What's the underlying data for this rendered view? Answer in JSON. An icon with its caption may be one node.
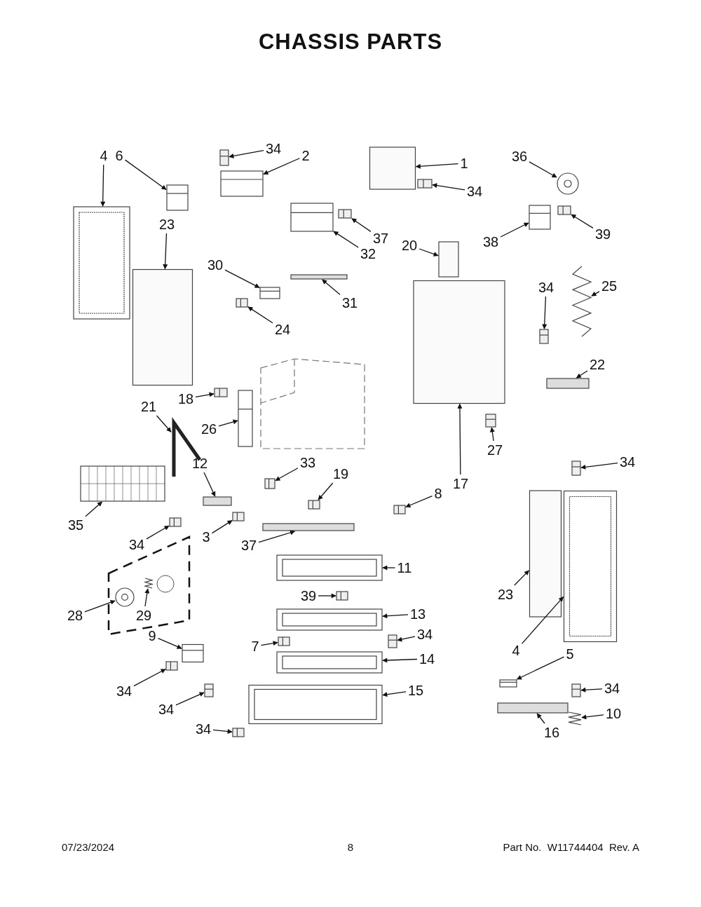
{
  "diagram": {
    "title": "CHASSIS PARTS",
    "nodes": [
      {
        "text": [
          "4"
        ]
      },
      {
        "text": [
          "6"
        ]
      },
      {
        "text": [
          "34"
        ]
      },
      {
        "text": [
          "2"
        ]
      },
      {
        "text": [
          "1"
        ]
      },
      {
        "text": [
          "34"
        ]
      },
      {
        "text": [
          "36"
        ]
      },
      {
        "text": [
          "23"
        ]
      },
      {
        "text": [
          "37"
        ]
      },
      {
        "text": [
          "32"
        ]
      },
      {
        "text": [
          "38"
        ]
      },
      {
        "text": [
          "39"
        ]
      },
      {
        "text": [
          "20"
        ]
      },
      {
        "text": [
          "30"
        ]
      },
      {
        "text": [
          "31"
        ]
      },
      {
        "text": [
          "24"
        ]
      },
      {
        "text": [
          "34"
        ]
      },
      {
        "text": [
          "25"
        ]
      },
      {
        "text": [
          "22"
        ]
      },
      {
        "text": [
          "18"
        ]
      },
      {
        "text": [
          "21"
        ]
      },
      {
        "text": [
          "26"
        ]
      },
      {
        "text": [
          "27"
        ]
      },
      {
        "text": [
          "33"
        ]
      },
      {
        "text": [
          "12"
        ]
      },
      {
        "text": [
          "19"
        ]
      },
      {
        "text": [
          "34"
        ]
      },
      {
        "text": [
          "17"
        ]
      },
      {
        "text": [
          "8"
        ]
      },
      {
        "text": [
          "35"
        ]
      },
      {
        "text": [
          "34"
        ]
      },
      {
        "text": [
          "3"
        ]
      },
      {
        "text": [
          "37"
        ]
      },
      {
        "text": [
          "11"
        ]
      },
      {
        "text": [
          "39"
        ]
      },
      {
        "text": [
          "28"
        ]
      },
      {
        "text": [
          "29"
        ]
      },
      {
        "text": [
          "23"
        ]
      },
      {
        "text": [
          "13"
        ]
      },
      {
        "text": [
          "9"
        ]
      },
      {
        "text": [
          "7"
        ]
      },
      {
        "text": [
          "34"
        ]
      },
      {
        "text": [
          "14"
        ]
      },
      {
        "text": [
          "4"
        ]
      },
      {
        "text": [
          "5"
        ]
      },
      {
        "text": [
          "34"
        ]
      },
      {
        "text": [
          "15"
        ]
      },
      {
        "text": [
          "34"
        ]
      },
      {
        "text": [
          "10"
        ]
      },
      {
        "text": [
          "34"
        ]
      },
      {
        "text": [
          "16"
        ]
      },
      {
        "text": [
          "34"
        ]
      },
      {
        "text": [],
        "shape": "picture"
      },
      {
        "text": [],
        "shape": "picture"
      },
      {
        "text": [],
        "shape": "picture"
      },
      {
        "text": [],
        "shape": "picture"
      },
      {
        "text": [],
        "shape": "box"
      },
      {
        "text": [],
        "shape": "picture"
      },
      {
        "text": [],
        "shape": "picture"
      },
      {
        "text": [],
        "shape": "box"
      },
      {
        "text": [],
        "shape": "picture"
      },
      {
        "text": [],
        "shape": "picture"
      },
      {
        "text": [],
        "shape": "picture"
      },
      {
        "text": [],
        "shape": "picture"
      },
      {
        "text": [],
        "shape": "box"
      },
      {
        "text": [],
        "shape": "picture"
      },
      {
        "text": [],
        "shape": "bar"
      },
      {
        "text": [],
        "shape": "picture"
      },
      {
        "text": [],
        "shape": "picture"
      },
      {
        "text": [],
        "shape": "picture"
      },
      {
        "text": [],
        "shape": "bar"
      },
      {
        "text": [],
        "shape": "picture"
      },
      {
        "text": [],
        "shape": "picture"
      },
      {
        "text": [],
        "shape": "picture"
      },
      {
        "text": [],
        "shape": "picture"
      },
      {
        "text": [],
        "shape": "picture"
      },
      {
        "text": [],
        "shape": "bar"
      },
      {
        "text": [],
        "shape": "picture"
      },
      {
        "text": [],
        "shape": "picture"
      },
      {
        "text": [],
        "shape": "box"
      },
      {
        "text": [],
        "shape": "picture"
      },
      {
        "text": [],
        "shape": "picture"
      },
      {
        "text": [],
        "shape": "picture"
      },
      {
        "text": [],
        "shape": "picture"
      },
      {
        "text": [],
        "shape": "bar"
      },
      {
        "text": [],
        "shape": "picture"
      },
      {
        "text": [],
        "shape": "picture"
      },
      {
        "text": [],
        "shape": "picture"
      },
      {
        "text": [],
        "shape": "picture"
      },
      {
        "text": [],
        "shape": "box"
      },
      {
        "text": [],
        "shape": "picture"
      },
      {
        "text": [],
        "shape": "picture"
      },
      {
        "text": [],
        "shape": "picture"
      },
      {
        "text": [],
        "shape": "picture"
      },
      {
        "text": [],
        "shape": "picture"
      },
      {
        "text": [],
        "shape": "picture"
      },
      {
        "text": [],
        "shape": "picture"
      },
      {
        "text": [],
        "shape": "picture"
      },
      {
        "text": [],
        "shape": "picture"
      },
      {
        "text": [],
        "shape": "picture"
      },
      {
        "text": [],
        "shape": "picture"
      },
      {
        "text": [],
        "shape": "picture"
      },
      {
        "text": [],
        "shape": "bar"
      },
      {
        "text": [],
        "shape": "picture"
      }
    ],
    "edges": [
      {
        "from": 0,
        "to": 52,
        "arrow": "to"
      },
      {
        "from": 1,
        "to": 53,
        "arrow": "to"
      },
      {
        "from": 2,
        "to": 54,
        "arrow": "to"
      },
      {
        "from": 3,
        "to": 55,
        "arrow": "to"
      },
      {
        "from": 4,
        "to": 56,
        "arrow": "to"
      },
      {
        "from": 5,
        "to": 57,
        "arrow": "to"
      },
      {
        "from": 6,
        "to": 58,
        "arrow": "to"
      },
      {
        "from": 7,
        "to": 59,
        "arrow": "to"
      },
      {
        "from": 8,
        "to": 60,
        "arrow": "to"
      },
      {
        "from": 9,
        "to": 61,
        "arrow": "to"
      },
      {
        "from": 10,
        "to": 62,
        "arrow": "to"
      },
      {
        "from": 11,
        "to": 63,
        "arrow": "to"
      },
      {
        "from": 12,
        "to": 64,
        "arrow": "to"
      },
      {
        "from": 13,
        "to": 65,
        "arrow": "to"
      },
      {
        "from": 14,
        "to": 66,
        "arrow": "to"
      },
      {
        "from": 15,
        "to": 67,
        "arrow": "to"
      },
      {
        "from": 16,
        "to": 68,
        "arrow": "to"
      },
      {
        "from": 17,
        "to": 69,
        "arrow": "to"
      },
      {
        "from": 18,
        "to": 70,
        "arrow": "to"
      },
      {
        "from": 19,
        "to": 71,
        "arrow": "to"
      },
      {
        "from": 20,
        "to": 72,
        "arrow": "to"
      },
      {
        "from": 21,
        "to": 73,
        "arrow": "to"
      },
      {
        "from": 22,
        "to": 74,
        "arrow": "to"
      },
      {
        "from": 23,
        "to": 75,
        "arrow": "to"
      },
      {
        "from": 24,
        "to": 76,
        "arrow": "to"
      },
      {
        "from": 25,
        "to": 77,
        "arrow": "to"
      },
      {
        "from": 26,
        "to": 78,
        "arrow": "to"
      },
      {
        "from": 27,
        "to": 79,
        "arrow": "to"
      },
      {
        "from": 28,
        "to": 80,
        "arrow": "to"
      },
      {
        "from": 29,
        "to": 81,
        "arrow": "to"
      },
      {
        "from": 30,
        "to": 82,
        "arrow": "to"
      },
      {
        "from": 31,
        "to": 83,
        "arrow": "to"
      },
      {
        "from": 32,
        "to": 84,
        "arrow": "to"
      },
      {
        "from": 33,
        "to": 85,
        "arrow": "to"
      },
      {
        "from": 34,
        "to": 86,
        "arrow": "to"
      },
      {
        "from": 35,
        "to": 87,
        "arrow": "to"
      },
      {
        "from": 36,
        "to": 88,
        "arrow": "to"
      },
      {
        "from": 37,
        "to": 89,
        "arrow": "to"
      },
      {
        "from": 38,
        "to": 90,
        "arrow": "to"
      },
      {
        "from": 39,
        "to": 91,
        "arrow": "to"
      },
      {
        "from": 40,
        "to": 92,
        "arrow": "to"
      },
      {
        "from": 41,
        "to": 93,
        "arrow": "to"
      },
      {
        "from": 42,
        "to": 94,
        "arrow": "to"
      },
      {
        "from": 43,
        "to": 95,
        "arrow": "to"
      },
      {
        "from": 44,
        "to": 96,
        "arrow": "to"
      },
      {
        "from": 45,
        "to": 97,
        "arrow": "to"
      },
      {
        "from": 46,
        "to": 98,
        "arrow": "to"
      },
      {
        "from": 47,
        "to": 99,
        "arrow": "to"
      },
      {
        "from": 48,
        "to": 100,
        "arrow": "to"
      },
      {
        "from": 49,
        "to": 101,
        "arrow": "to"
      },
      {
        "from": 50,
        "to": 102,
        "arrow": "to"
      },
      {
        "from": 51,
        "to": 103,
        "arrow": "to"
      }
    ],
    "labels": [
      "07/23/2024",
      "8",
      "Part No.  W11744404  Rev. A"
    ]
  }
}
